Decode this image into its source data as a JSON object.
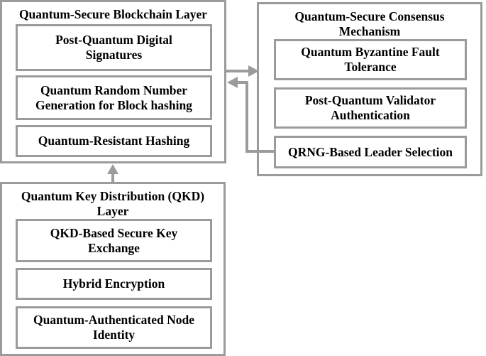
{
  "figure": {
    "type": "block-diagram",
    "background": "#ffffff",
    "colors": {
      "box_border": "#9b9b9b",
      "arrow": "#9b9b9b",
      "text": "#000000"
    },
    "blocks": {
      "blockchain": {
        "title": "Quantum-Secure Blockchain Layer",
        "items": [
          "Post-Quantum Digital Signatures",
          "Quantum Random Number Generation for Block hashing",
          "Quantum-Resistant Hashing"
        ]
      },
      "consensus": {
        "title": "Quantum-Secure Consensus Mechanism",
        "items": [
          "Quantum Byzantine Fault Tolerance",
          "Post-Quantum Validator Authentication",
          "QRNG-Based Leader Selection"
        ]
      },
      "qkd": {
        "title": "Quantum Key Distribution (QKD) Layer",
        "items": [
          "QKD-Based Secure Key Exchange",
          "Hybrid Encryption",
          "Quantum-Authenticated Node Identity"
        ]
      }
    },
    "arrows": [
      {
        "name": "blockchain-to-consensus",
        "from": "Quantum-Secure Blockchain Layer",
        "to": "Quantum-Secure Consensus Mechanism",
        "direction": "right"
      },
      {
        "name": "leader-selection-to-blockchain",
        "from": "QRNG-Based Leader Selection",
        "to": "Quantum-Secure Blockchain Layer",
        "direction": "left"
      },
      {
        "name": "qkd-to-blockchain",
        "from": "Quantum Key Distribution (QKD) Layer",
        "to": "Quantum-Secure Blockchain Layer",
        "direction": "up"
      }
    ]
  }
}
